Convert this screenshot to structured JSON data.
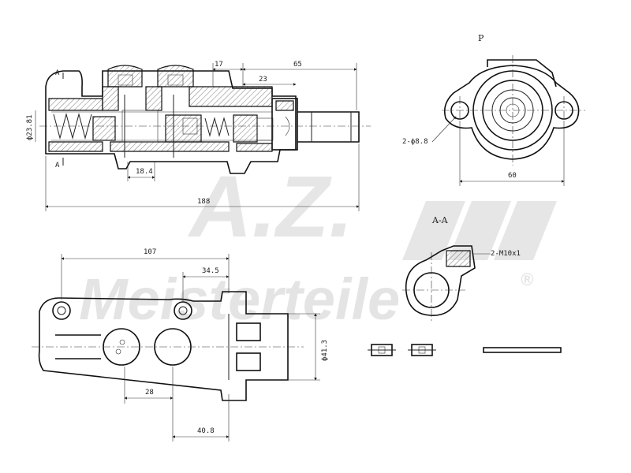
{
  "watermark": {
    "logo_text": "A.Z.",
    "brand_text": "Meisterteile",
    "registered_mark": "®"
  },
  "views": {
    "section_top": {
      "section_marker_top": "A",
      "section_marker_bottom": "A",
      "dim_bore": "ϕ23.81",
      "dim_17": "17",
      "dim_65": "65",
      "dim_23": "23",
      "dim_18_4": "18.4",
      "dim_188": "188"
    },
    "flange_view": {
      "title": "P",
      "dim_holes": "2-ϕ8.8",
      "dim_60": "60"
    },
    "section_aa": {
      "title": "A-A",
      "dim_thread": "2-M10x1"
    },
    "top_view": {
      "dim_107": "107",
      "dim_34_5": "34.5",
      "dim_41_3": "ϕ41.3",
      "dim_28": "28",
      "dim_40_8": "40.8"
    }
  }
}
